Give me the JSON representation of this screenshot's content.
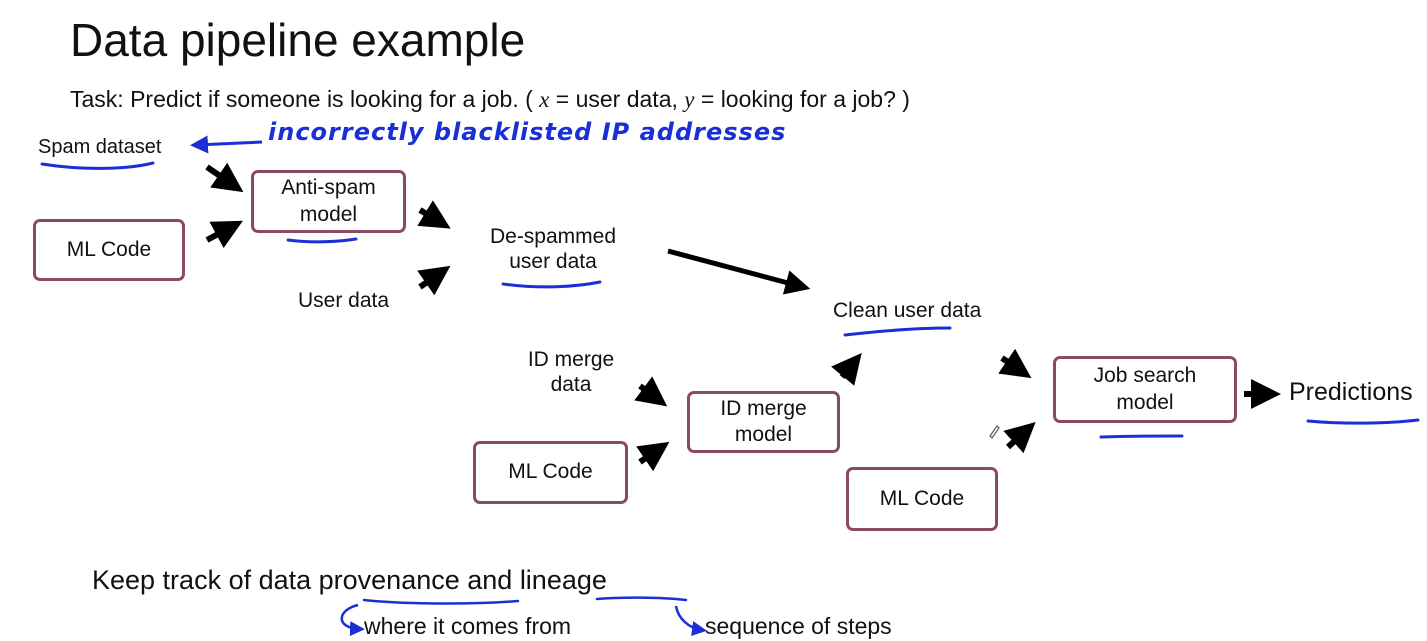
{
  "title": "Data pipeline example",
  "task": {
    "prefix": "Task: Predict  if someone is looking for a job. (",
    "x_var": "x",
    "x_def": " = user data, ",
    "y_var": "y",
    "y_def": " = looking for a job? )"
  },
  "nodes": {
    "spam_dataset": "Spam dataset",
    "ml_code_1": "ML Code",
    "anti_spam_line1": "Anti-spam",
    "anti_spam_line2": "model",
    "user_data": "User data",
    "despammed_line1": "De-spammed",
    "despammed_line2": "user data",
    "clean_user_data": "Clean user data",
    "id_merge_data_line1": "ID merge",
    "id_merge_data_line2": "data",
    "id_merge_model_line1": "ID merge",
    "id_merge_model_line2": "model",
    "ml_code_2": "ML Code",
    "job_search_line1": "Job search",
    "job_search_line2": "model",
    "ml_code_3": "ML Code",
    "predictions": "Predictions"
  },
  "annotations": {
    "handwritten_note": "incorrectly blacklisted IP addresses",
    "where_from": "where it comes from",
    "sequence": "sequence of steps"
  },
  "footer": {
    "keep_prefix": "Keep track of data ",
    "provenance": "provenance",
    "and": " and ",
    "lineage": "lineage"
  },
  "colors": {
    "box_border": "#8a4a60",
    "ink": "#1a2fd6",
    "arrow": "#000000"
  }
}
